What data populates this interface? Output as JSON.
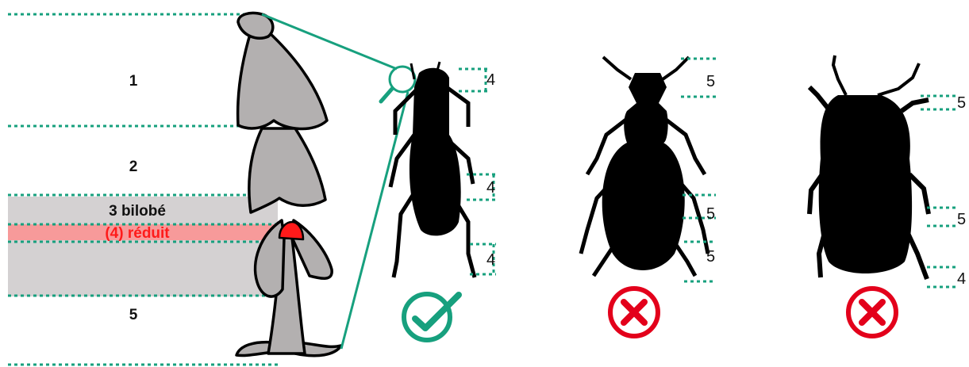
{
  "colors": {
    "accent_green": "#17a07e",
    "reject_red": "#e3001b",
    "segment_gray": "#b3b0b0",
    "band_gray": "#d4d1d2",
    "band_red": "#f79a9a",
    "text_red": "#ff1a1a"
  },
  "tarsus": {
    "segment_labels": [
      "1",
      "2",
      "3 bilobé",
      "5"
    ],
    "reduced_label": "(4) réduit"
  },
  "beetles": [
    {
      "name": "longhorn",
      "verdict": "valid",
      "verdict_icon": "check-circle-icon",
      "counts": [
        "4",
        "4",
        "4"
      ]
    },
    {
      "name": "ground-beetle",
      "verdict": "invalid",
      "verdict_icon": "cross-circle-icon",
      "counts": [
        "5",
        "5",
        "5"
      ]
    },
    {
      "name": "darkling-beetle",
      "verdict": "invalid",
      "verdict_icon": "cross-circle-icon",
      "counts": [
        "5",
        "5",
        "4"
      ]
    }
  ]
}
